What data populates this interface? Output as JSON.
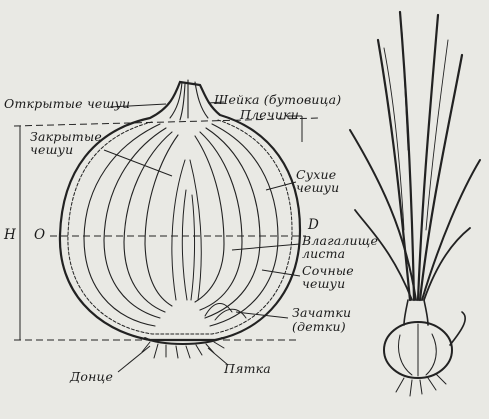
{
  "labels": {
    "open_scales": "Открытые чешуи",
    "neck": "Шейка (бутовица)",
    "shoulders": "Плечики",
    "closed_scales_1": "Закрытые",
    "closed_scales_2": "чешуи",
    "dry_scales_1": "Сухие",
    "dry_scales_2": "чешуи",
    "letter_h": "H",
    "letter_o": "O",
    "letter_d": "D",
    "leaf_sheath_1": "Влагалище",
    "leaf_sheath_2": "листа",
    "juicy_scales_1": "Сочные",
    "juicy_scales_2": "чешуи",
    "buds_1": "Зачатки",
    "buds_2": "(детки)",
    "bottom": "Донце",
    "heel": "Пятка"
  }
}
